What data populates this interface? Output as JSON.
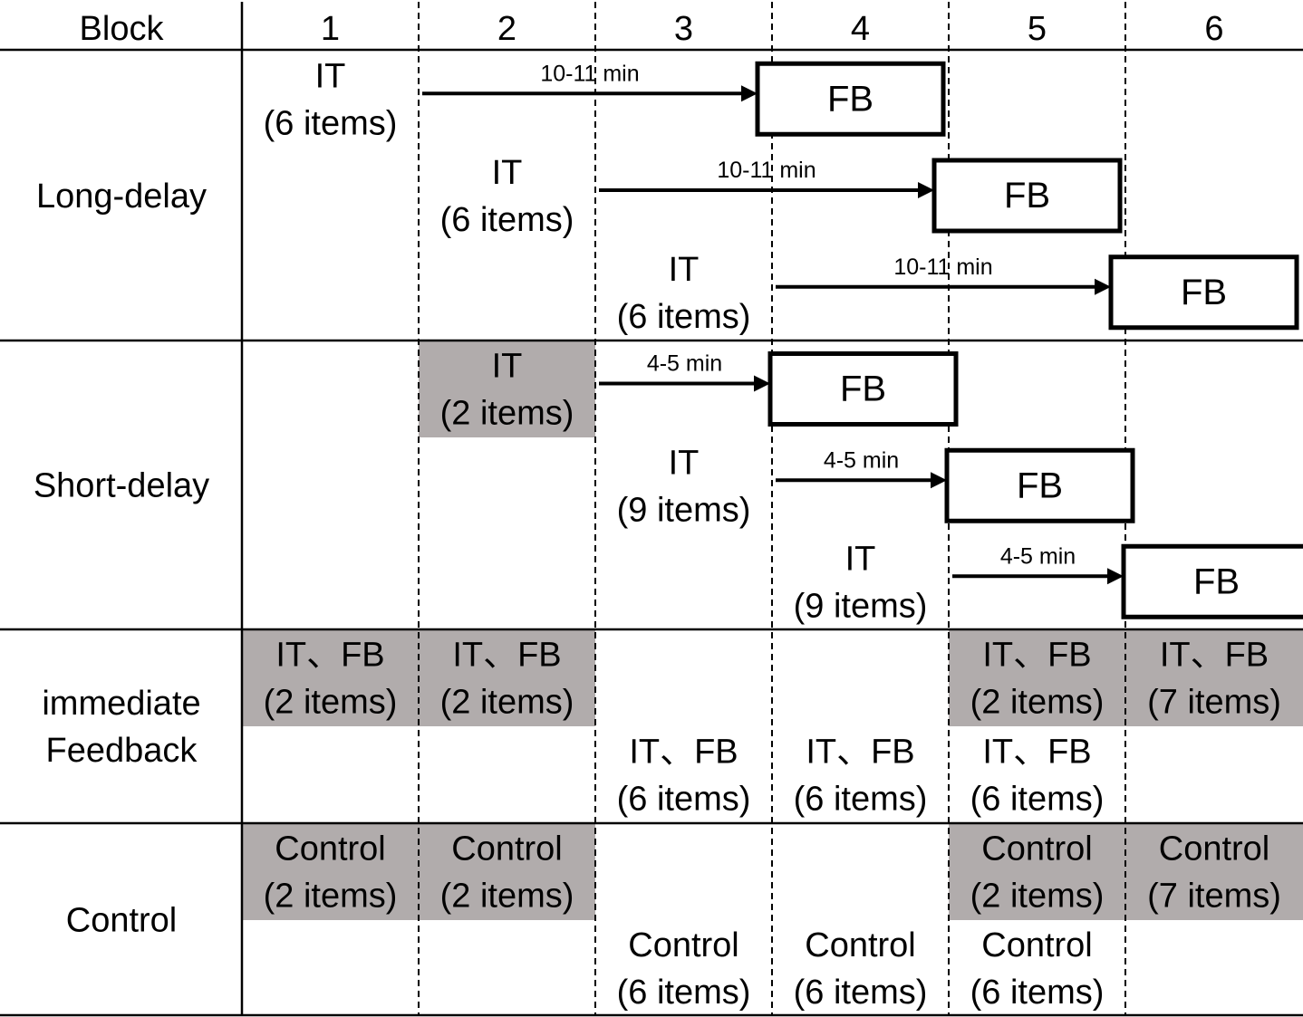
{
  "header": {
    "block_label": "Block",
    "block_numbers": [
      "1",
      "2",
      "3",
      "4",
      "5",
      "6"
    ]
  },
  "colors": {
    "shade": "#b1acac",
    "line": "#000000"
  },
  "groups": [
    {
      "id": "long-delay",
      "label": [
        "Long-delay"
      ]
    },
    {
      "id": "short-delay",
      "label": [
        "Short-delay"
      ]
    },
    {
      "id": "immediate-feedback",
      "label": [
        "immediate",
        "Feedback"
      ]
    },
    {
      "id": "control",
      "label": [
        "Control"
      ]
    }
  ],
  "cells": [
    {
      "group": "long-delay",
      "row": 0,
      "block": 1,
      "lines": [
        "IT",
        "(6 items)"
      ],
      "shaded": false
    },
    {
      "group": "long-delay",
      "row": 1,
      "block": 2,
      "lines": [
        "IT",
        "(6 items)"
      ],
      "shaded": false
    },
    {
      "group": "long-delay",
      "row": 2,
      "block": 3,
      "lines": [
        "IT",
        "(6 items)"
      ],
      "shaded": false
    },
    {
      "group": "short-delay",
      "row": 0,
      "block": 2,
      "lines": [
        "IT",
        "(2 items)"
      ],
      "shaded": true
    },
    {
      "group": "short-delay",
      "row": 1,
      "block": 3,
      "lines": [
        "IT",
        "(9 items)"
      ],
      "shaded": false
    },
    {
      "group": "short-delay",
      "row": 2,
      "block": 4,
      "lines": [
        "IT",
        "(9 items)"
      ],
      "shaded": false
    },
    {
      "group": "immediate-feedback",
      "row": 0,
      "block": 1,
      "lines": [
        "IT、FB",
        "(2 items)"
      ],
      "shaded": true
    },
    {
      "group": "immediate-feedback",
      "row": 0,
      "block": 2,
      "lines": [
        "IT、FB",
        "(2 items)"
      ],
      "shaded": true
    },
    {
      "group": "immediate-feedback",
      "row": 0,
      "block": 5,
      "lines": [
        "IT、FB",
        "(2 items)"
      ],
      "shaded": true
    },
    {
      "group": "immediate-feedback",
      "row": 0,
      "block": 6,
      "lines": [
        "IT、FB",
        "(7 items)"
      ],
      "shaded": true
    },
    {
      "group": "immediate-feedback",
      "row": 1,
      "block": 3,
      "lines": [
        "IT、FB",
        "(6 items)"
      ],
      "shaded": false
    },
    {
      "group": "immediate-feedback",
      "row": 1,
      "block": 4,
      "lines": [
        "IT、FB",
        "(6 items)"
      ],
      "shaded": false
    },
    {
      "group": "immediate-feedback",
      "row": 1,
      "block": 5,
      "lines": [
        "IT、FB",
        "(6 items)"
      ],
      "shaded": false
    },
    {
      "group": "control",
      "row": 0,
      "block": 1,
      "lines": [
        "Control",
        "(2 items)"
      ],
      "shaded": true
    },
    {
      "group": "control",
      "row": 0,
      "block": 2,
      "lines": [
        "Control",
        "(2 items)"
      ],
      "shaded": true
    },
    {
      "group": "control",
      "row": 0,
      "block": 5,
      "lines": [
        "Control",
        "(2 items)"
      ],
      "shaded": true
    },
    {
      "group": "control",
      "row": 0,
      "block": 6,
      "lines": [
        "Control",
        "(7 items)"
      ],
      "shaded": true
    },
    {
      "group": "control",
      "row": 1,
      "block": 3,
      "lines": [
        "Control",
        "(6 items)"
      ],
      "shaded": false
    },
    {
      "group": "control",
      "row": 1,
      "block": 4,
      "lines": [
        "Control",
        "(6 items)"
      ],
      "shaded": false
    },
    {
      "group": "control",
      "row": 1,
      "block": 5,
      "lines": [
        "Control",
        "(6 items)"
      ],
      "shaded": false
    }
  ],
  "delays": [
    {
      "group": "long-delay",
      "row": 0,
      "from_block": 2,
      "to_block": 4,
      "label": "10-11 min",
      "target": "FB"
    },
    {
      "group": "long-delay",
      "row": 1,
      "from_block": 3,
      "to_block": 5,
      "label": "10-11 min",
      "target": "FB"
    },
    {
      "group": "long-delay",
      "row": 2,
      "from_block": 4,
      "to_block": 6,
      "label": "10-11 min",
      "target": "FB"
    },
    {
      "group": "short-delay",
      "row": 0,
      "from_block": 3,
      "to_block": 4,
      "label": "4-5 min",
      "target": "FB"
    },
    {
      "group": "short-delay",
      "row": 1,
      "from_block": 4,
      "to_block": 5,
      "label": "4-5 min",
      "target": "FB"
    },
    {
      "group": "short-delay",
      "row": 2,
      "from_block": 5,
      "to_block": 6,
      "label": "4-5 min",
      "target": "FB"
    }
  ]
}
